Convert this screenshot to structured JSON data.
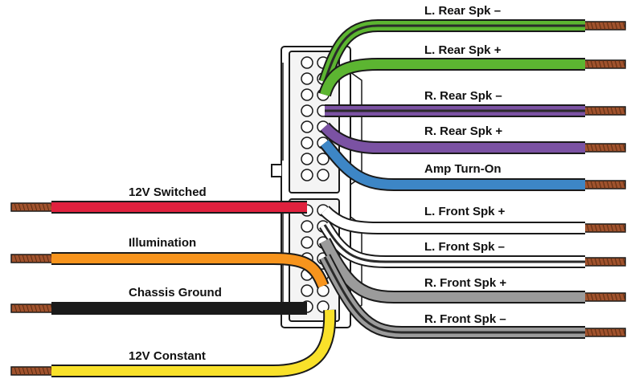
{
  "wires": [
    {
      "id": "l-rear-neg",
      "label": "L. Rear Spk –",
      "color": "#5cb531",
      "stripe": "#2a2a2a",
      "side": "right"
    },
    {
      "id": "l-rear-pos",
      "label": "L. Rear Spk +",
      "color": "#5cb531",
      "stripe": null,
      "side": "right"
    },
    {
      "id": "r-rear-neg",
      "label": "R. Rear Spk –",
      "color": "#7b52a3",
      "stripe": "#2a2a2a",
      "side": "right"
    },
    {
      "id": "r-rear-pos",
      "label": "R. Rear Spk +",
      "color": "#7b52a3",
      "stripe": null,
      "side": "right"
    },
    {
      "id": "amp-turn-on",
      "label": "Amp Turn-On",
      "color": "#3d86c6",
      "stripe": null,
      "side": "right"
    },
    {
      "id": "l-front-pos",
      "label": "L. Front Spk +",
      "color": "#ffffff",
      "stripe": null,
      "side": "right"
    },
    {
      "id": "l-front-neg",
      "label": "L. Front Spk –",
      "color": "#ffffff",
      "stripe": "#2a2a2a",
      "side": "right"
    },
    {
      "id": "r-front-pos",
      "label": "R. Front Spk +",
      "color": "#9b9b9b",
      "stripe": null,
      "side": "right"
    },
    {
      "id": "r-front-neg",
      "label": "R. Front Spk –",
      "color": "#9b9b9b",
      "stripe": "#2a2a2a",
      "side": "right"
    },
    {
      "id": "12v-switched",
      "label": "12V Switched",
      "color": "#e0213e",
      "stripe": null,
      "side": "left"
    },
    {
      "id": "illumination",
      "label": "Illumination",
      "color": "#f7941d",
      "stripe": null,
      "side": "left"
    },
    {
      "id": "chassis-ground",
      "label": "Chassis Ground",
      "color": "#1a1a1a",
      "stripe": null,
      "side": "left"
    },
    {
      "id": "12v-constant",
      "label": "12V Constant",
      "color": "#f9e12a",
      "stripe": null,
      "side": "left"
    }
  ],
  "colors": {
    "outline": "#1a1a1a",
    "copper": "#a0522d",
    "connector_fill": "#f4f4f4",
    "background": "#ffffff"
  }
}
